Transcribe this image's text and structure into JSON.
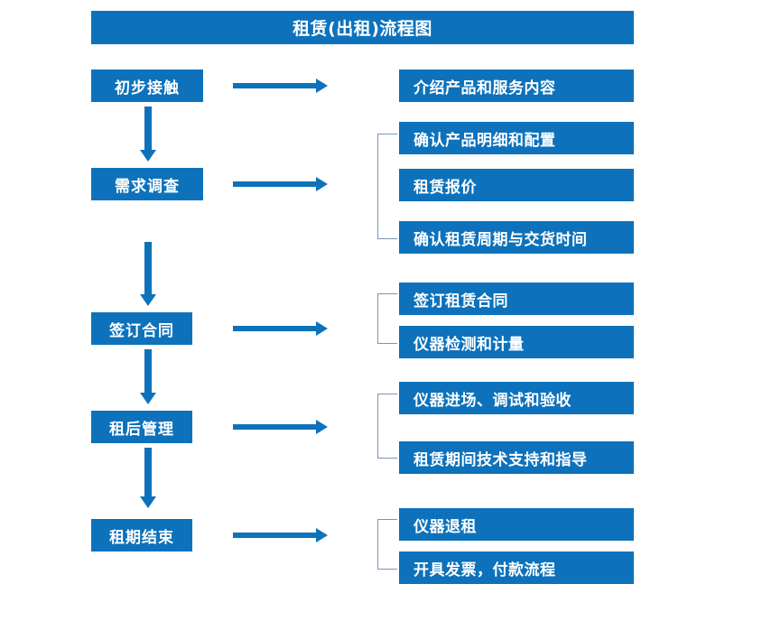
{
  "diagram": {
    "title": "租赁(出租)流程图",
    "accent_color": "#0D72BB",
    "bracket_color": "#7A95B8",
    "background_color": "#ffffff",
    "stages": [
      {
        "label": "初步接触",
        "arrow_icon": "right-arrow-icon",
        "details": [
          "介绍产品和服务内容"
        ],
        "has_bracket": false
      },
      {
        "label": "需求调查",
        "arrow_icon": "right-arrow-icon",
        "details": [
          "确认产品明细和配置",
          "租赁报价",
          "确认租赁周期与交货时间"
        ],
        "has_bracket": true
      },
      {
        "label": "签订合同",
        "arrow_icon": "right-arrow-icon",
        "details": [
          "签订租赁合同",
          "仪器检测和计量"
        ],
        "has_bracket": true
      },
      {
        "label": "租后管理",
        "arrow_icon": "right-arrow-icon",
        "details": [
          "仪器进场、调试和验收",
          "租赁期间技术支持和指导"
        ],
        "has_bracket": true
      },
      {
        "label": "租期结束",
        "arrow_icon": "right-arrow-icon",
        "details": [
          "仪器退租",
          "开具发票，付款流程"
        ],
        "has_bracket": true
      }
    ],
    "connectors": [
      {
        "icon": "down-arrow-icon",
        "from": "初步接触",
        "to": "需求调查"
      },
      {
        "icon": "down-arrow-icon",
        "from": "需求调查",
        "to": "签订合同"
      },
      {
        "icon": "down-arrow-icon",
        "from": "签订合同",
        "to": "租后管理"
      },
      {
        "icon": "down-arrow-icon",
        "from": "租后管理",
        "to": "租期结束"
      }
    ]
  }
}
